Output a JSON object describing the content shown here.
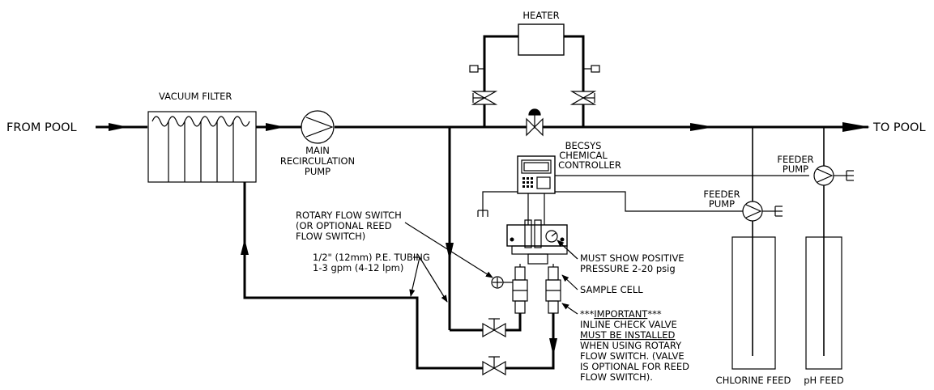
{
  "labels": {
    "from_pool": "FROM POOL",
    "to_pool": "TO POOL",
    "vacuum_filter": "VACUUM FILTER",
    "heater": "HEATER",
    "main_pump": [
      "MAIN",
      "RECIRCULATION",
      "PUMP"
    ],
    "controller": [
      "BECSYS",
      "CHEMICAL",
      "CONTROLLER"
    ],
    "feeder_pump": [
      "FEEDER",
      "PUMP"
    ],
    "rotary_flow_switch": [
      "ROTARY FLOW SWITCH",
      "(OR OPTIONAL REED",
      "FLOW SWITCH)"
    ],
    "tubing": [
      "1/2\" (12mm) P.E. TUBING",
      "1-3 gpm (4-12 lpm)"
    ],
    "must_show_positive": [
      "MUST SHOW POSITIVE",
      "PRESSURE 2-20 psig"
    ],
    "sample_cell": "SAMPLE CELL",
    "important_note": {
      "prefix": "***",
      "important": "IMPORTANT",
      "suffix": "***",
      "line1": "INLINE CHECK VALVE",
      "line2": "MUST BE INSTALLED",
      "line3": "WHEN USING ROTARY",
      "line4": "FLOW SWITCH. (VALVE",
      "line5": "IS OPTIONAL FOR REED",
      "line6": "FLOW SWITCH)."
    },
    "chlorine_feed": "CHLORINE FEED",
    "ph_feed": "pH FEED"
  }
}
